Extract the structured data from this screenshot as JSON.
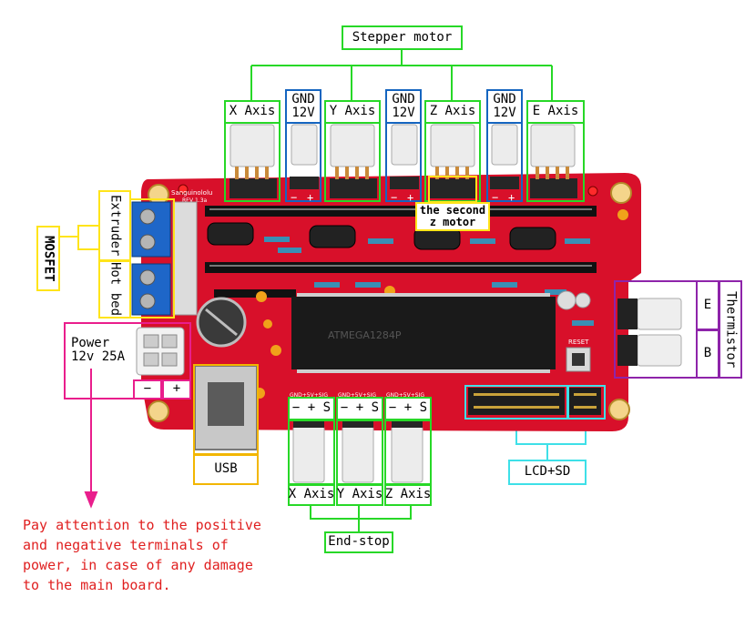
{
  "labels": {
    "stepper_motor": "Stepper motor",
    "x_axis": "X Axis",
    "y_axis": "Y Axis",
    "z_axis": "Z Axis",
    "e_axis": "E Axis",
    "gnd": "GND",
    "v12": "12V",
    "second_z_line1": "the second",
    "second_z_line2": "z motor",
    "extruder": "Extruder",
    "hot_bed": "Hot bed",
    "mosfet": "MOSFET",
    "power_line1": "Power",
    "power_line2": "12v 25A",
    "minus": "−",
    "plus": "+",
    "usb": "USB",
    "endstop_pins": "− + S",
    "endstop_x": "X Axis",
    "endstop_y": "Y Axis",
    "endstop_z": "Z Axis",
    "end_stop": "End-stop",
    "lcd_sd": "LCD+SD",
    "e": "E",
    "b": "B",
    "thermistor": "Thermistor"
  },
  "board": {
    "brand": "Sanguinololu",
    "rev": "REV 1.3a",
    "chip_label": "ATMEGA1284P",
    "reset_label": "RESET",
    "endstop_silk": "GND+5V+SIG"
  },
  "warning": "Pay attention to the positive\nand negative terminals of\npower, in case of any damage\nto the main board.",
  "colors": {
    "board": "#d8102a",
    "green": "#27d827",
    "blue": "#1565c0",
    "yellow": "#ffe41a",
    "purple": "#8e24aa",
    "magenta": "#e91e8c",
    "cyan": "#3ee0e8",
    "orange": "#f2b600",
    "warning_text": "#e02020"
  }
}
